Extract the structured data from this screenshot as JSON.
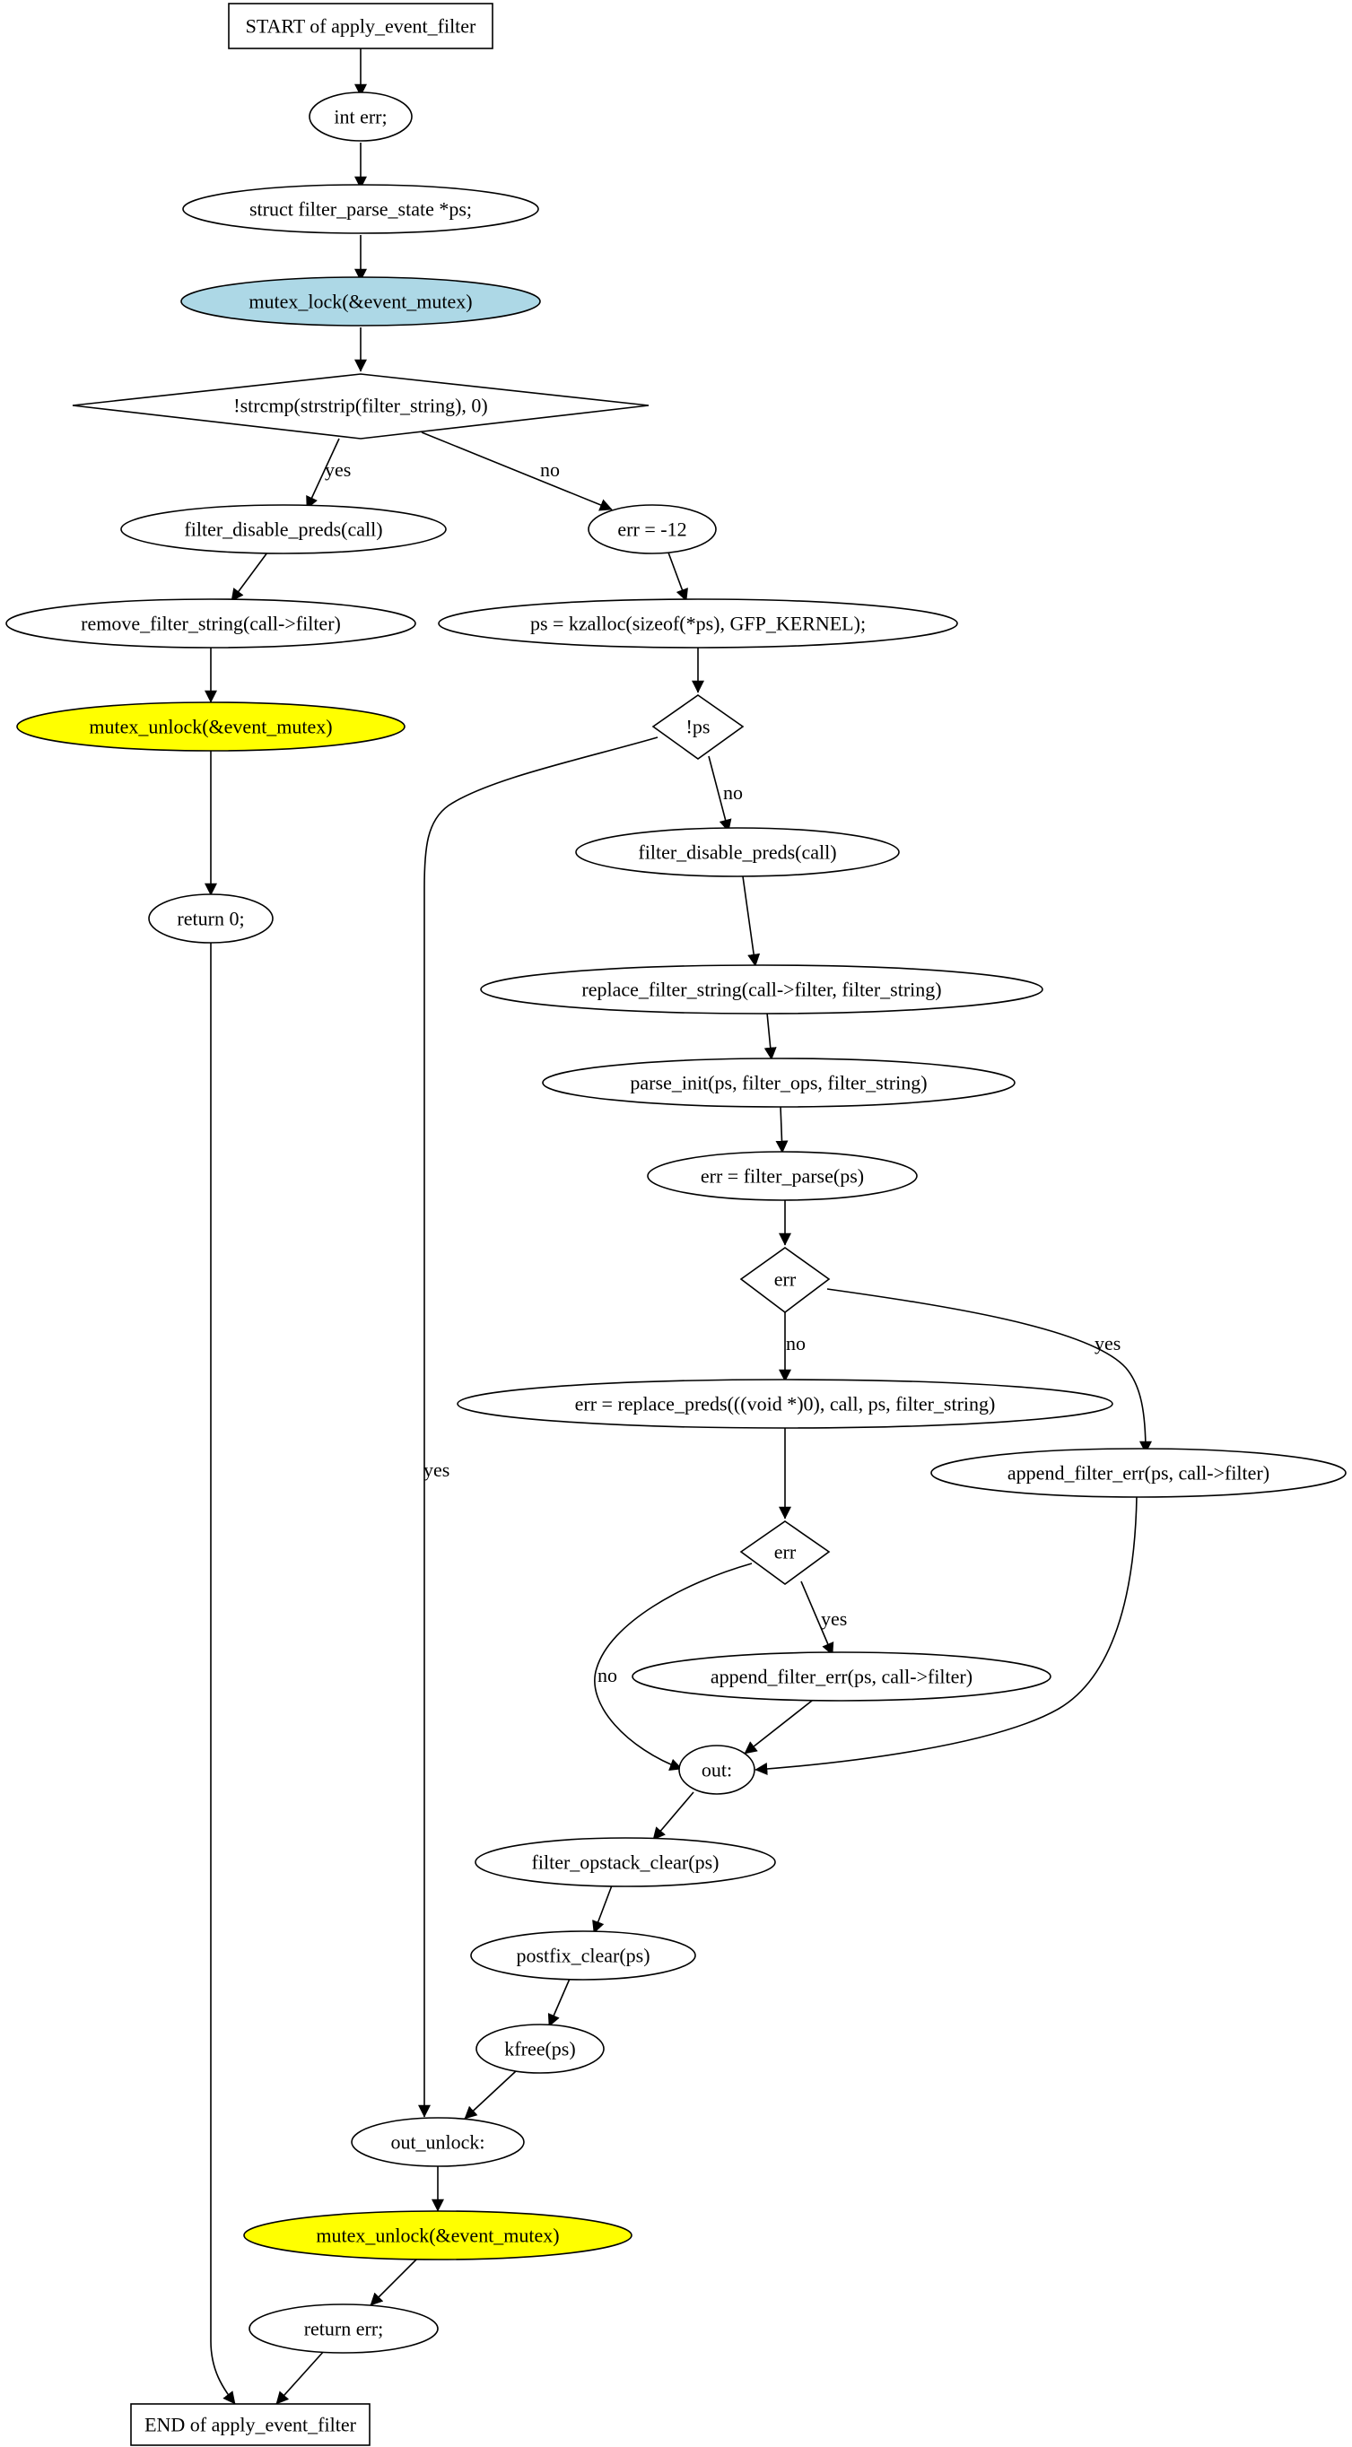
{
  "colors": {
    "default_fill": "#ffffff",
    "lock_fill": "#add8e6",
    "unlock_fill": "#ffff00",
    "stroke": "#000000"
  },
  "nodes": {
    "start": "START of apply_event_filter",
    "int_err": "int err;",
    "struct_ps": "struct filter_parse_state *ps;",
    "mutex_lock": "mutex_lock(&event_mutex)",
    "cond_strcmp": "!strcmp(strstrip(filter_string), 0)",
    "disable_preds_left": "filter_disable_preds(call)",
    "remove_filter_string": "remove_filter_string(call->filter)",
    "mutex_unlock_left": "mutex_unlock(&event_mutex)",
    "return_0": "return 0;",
    "err_enomem": "err = -12",
    "ps_kzalloc": "ps = kzalloc(sizeof(*ps), GFP_KERNEL);",
    "cond_not_ps": "!ps",
    "disable_preds_right": "filter_disable_preds(call)",
    "replace_filter_string": "replace_filter_string(call->filter, filter_string)",
    "parse_init": "parse_init(ps, filter_ops, filter_string)",
    "err_filter_parse": "err = filter_parse(ps)",
    "cond_err_1": "err",
    "err_replace_preds": "err = replace_preds(((void *)0), call, ps, filter_string)",
    "append_filter_err_1": "append_filter_err(ps, call->filter)",
    "cond_err_2": "err",
    "append_filter_err_2": "append_filter_err(ps, call->filter)",
    "out": "out:",
    "opstack_clear": "filter_opstack_clear(ps)",
    "postfix_clear": "postfix_clear(ps)",
    "kfree": "kfree(ps)",
    "out_unlock": "out_unlock:",
    "mutex_unlock_bottom": "mutex_unlock(&event_mutex)",
    "return_err": "return err;",
    "end": "END of apply_event_filter"
  },
  "edge_labels": {
    "strcmp_yes": "yes",
    "strcmp_no": "no",
    "not_ps_no": "no",
    "not_ps_yes": "yes",
    "err1_no": "no",
    "err1_yes": "yes",
    "err2_yes": "yes",
    "err2_no": "no"
  }
}
